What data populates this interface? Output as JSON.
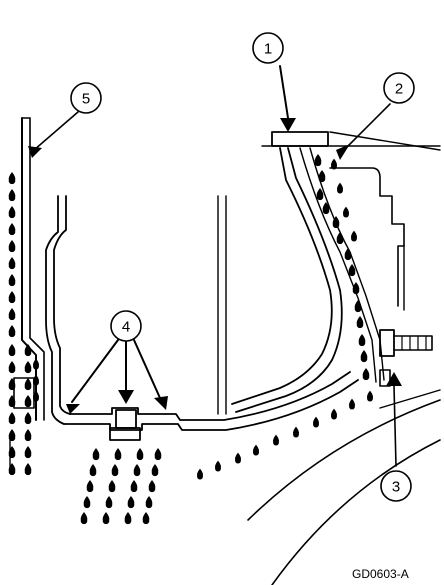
{
  "callouts": [
    {
      "id": "1",
      "label": "1"
    },
    {
      "id": "2",
      "label": "2"
    },
    {
      "id": "3",
      "label": "3"
    },
    {
      "id": "4",
      "label": "4"
    },
    {
      "id": "5",
      "label": "5"
    }
  ],
  "figure_code": "GD0603-A",
  "colors": {
    "ink": "#000000",
    "paper": "#ffffff"
  }
}
